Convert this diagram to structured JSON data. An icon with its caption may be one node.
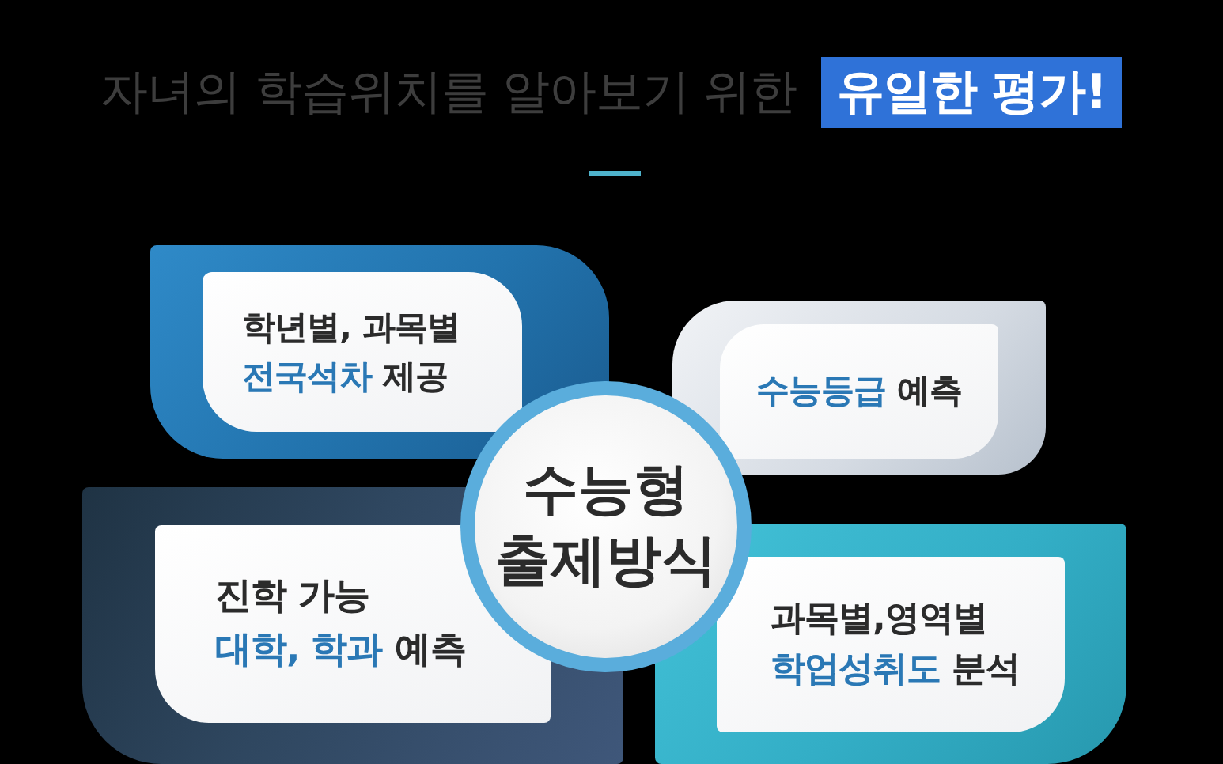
{
  "diagram": {
    "title": "자녀의 학습위치를 알아보기 위한 **유일한 평가!**",
    "nodes": [
      {
        "text": [
          "학년별, 과목별 **전국석차** 제공"
        ]
      },
      {
        "text": [
          "**수능등급** 예측"
        ]
      },
      {
        "text": [
          "수능형 출제방식"
        ]
      },
      {
        "text": [
          "진학 가능 **대학, 학과** 예측"
        ]
      },
      {
        "text": [
          "과목별,영역별 **학업성취도** 분석"
        ]
      }
    ]
  }
}
